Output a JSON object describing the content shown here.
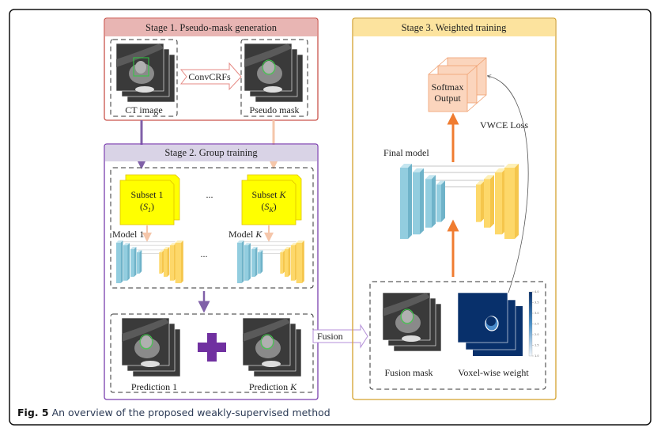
{
  "figure": {
    "caption_label": "Fig. 5",
    "caption_text": "An overview of the proposed weakly-supervised method"
  },
  "stage1": {
    "title": "Stage 1. Pseudo-mask generation",
    "ct_label": "CT image",
    "arrow_label": "ConvCRFs",
    "mask_label": "Pseudo mask",
    "header_color": "#e8b5b3",
    "border_color": "#c9534c"
  },
  "stage2": {
    "title": "Stage 2. Group training",
    "subsets": [
      {
        "label": "Subset 1",
        "symbol": "S",
        "sub": "1"
      },
      {
        "label": "Subset",
        "label_k": "K",
        "symbol": "S",
        "sub": "K"
      }
    ],
    "ellipsis": "...",
    "models": [
      {
        "label": "Model 1"
      },
      {
        "label": "Model",
        "label_k": "K"
      }
    ],
    "predictions": [
      {
        "label": "Prediction 1"
      },
      {
        "label": "Prediction",
        "label_k": "K"
      }
    ],
    "header_color": "#d9d3e6",
    "border_color": "#7a3fae",
    "plus_color": "#7030a0"
  },
  "fusion_arrow_label": "Fusion",
  "stage3": {
    "title": "Stage 3. Weighted training",
    "output_label_1": "Softmax",
    "output_label_2": "Output",
    "loss_label": "VWCE Loss",
    "model_label": "Final model",
    "fusion_mask_label": "Fusion mask",
    "weight_label": "Voxel-wise weight",
    "colorbar_ticks": [
      "4.0",
      "3.5",
      "3.0",
      "2.5",
      "2.0",
      "1.5",
      "1.0"
    ],
    "header_color": "#fce39e",
    "border_color": "#d4a22c",
    "arrow_color": "#f07c30"
  }
}
